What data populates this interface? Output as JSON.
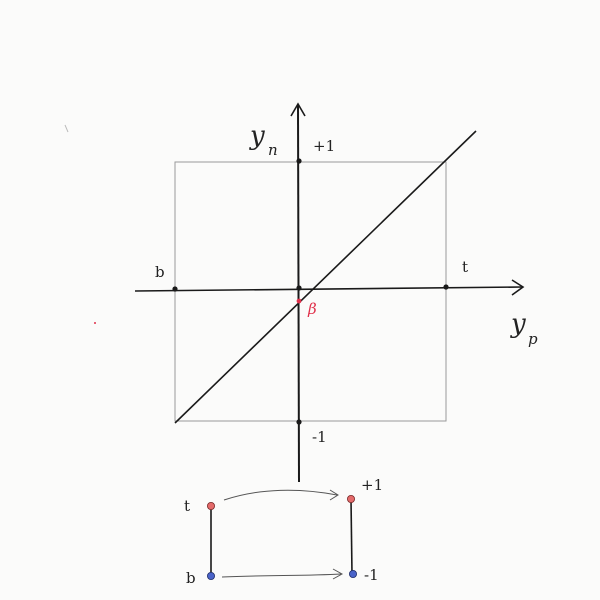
{
  "axes": {
    "y_label_main": "y",
    "y_label_sub": "n",
    "x_label_main": "y",
    "x_label_sub": "p",
    "y_top_tick": "+1",
    "y_bottom_tick": "-1",
    "x_left_tick": "b",
    "x_right_tick": "t",
    "intercept_label": "β"
  },
  "mapping": {
    "source_top": "t",
    "source_bottom": "b",
    "target_top": "+1",
    "target_bottom": "-1"
  },
  "colors": {
    "ink": "#1a1a1a",
    "guide": "#9a9a9a",
    "accent_red": "#e0304a",
    "dot_red": "#e46a6a",
    "dot_blue": "#4a63c9",
    "arrow": "#555555"
  }
}
